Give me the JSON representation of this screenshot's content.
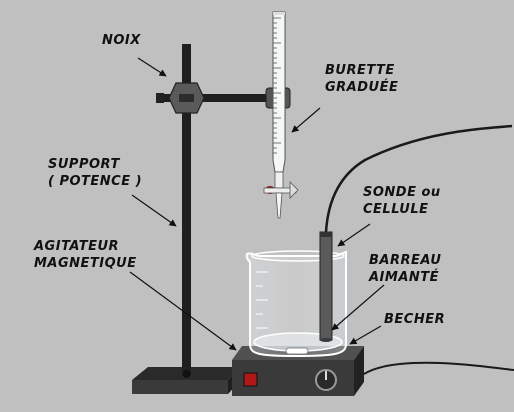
{
  "labels": {
    "noix": "NOIX",
    "burette": [
      "BURETTE",
      "GRADUÉE"
    ],
    "support": [
      "SUPPORT",
      "( POTENCE )"
    ],
    "sonde": [
      "SONDE ou",
      "CELLULE"
    ],
    "agitateur": [
      "AGITATEUR",
      "MAGNETIQUE"
    ],
    "barreau": [
      "BARREAU",
      "AIMANTÉ"
    ],
    "becher": "BECHER"
  },
  "colors": {
    "background": "#c0c0c0",
    "stand": "#2a2a2a",
    "stirrer_body": "#3a3a3a",
    "stirrer_button": "#b01818",
    "probe": "#555555",
    "glass_outline": "#ffffff",
    "stopcock": "#8a1a1a"
  }
}
